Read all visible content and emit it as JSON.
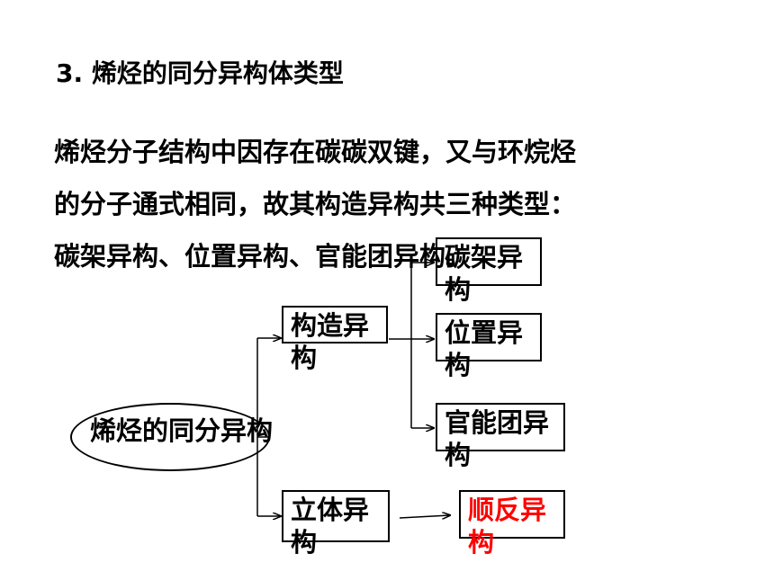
{
  "title": "3.  烯烃的同分异构体类型",
  "paragraph": {
    "line1": "烯烃分子结构中因存在碳碳双键，又与环烷烃",
    "line2": "的分子通式相同，故其构造异构共三种类型：",
    "line3": "碳架异构、位置异构、官能团异构。"
  },
  "diagram": {
    "root": "烯烃的同分异构",
    "nodes": {
      "constitutional": "构造异构",
      "stereo": "立体异构",
      "skeletal": "碳架异构",
      "positional": "位置异构",
      "functional": "官能团异构",
      "cis_trans": "顺反异构"
    },
    "highlight_color": "#ff0000"
  }
}
